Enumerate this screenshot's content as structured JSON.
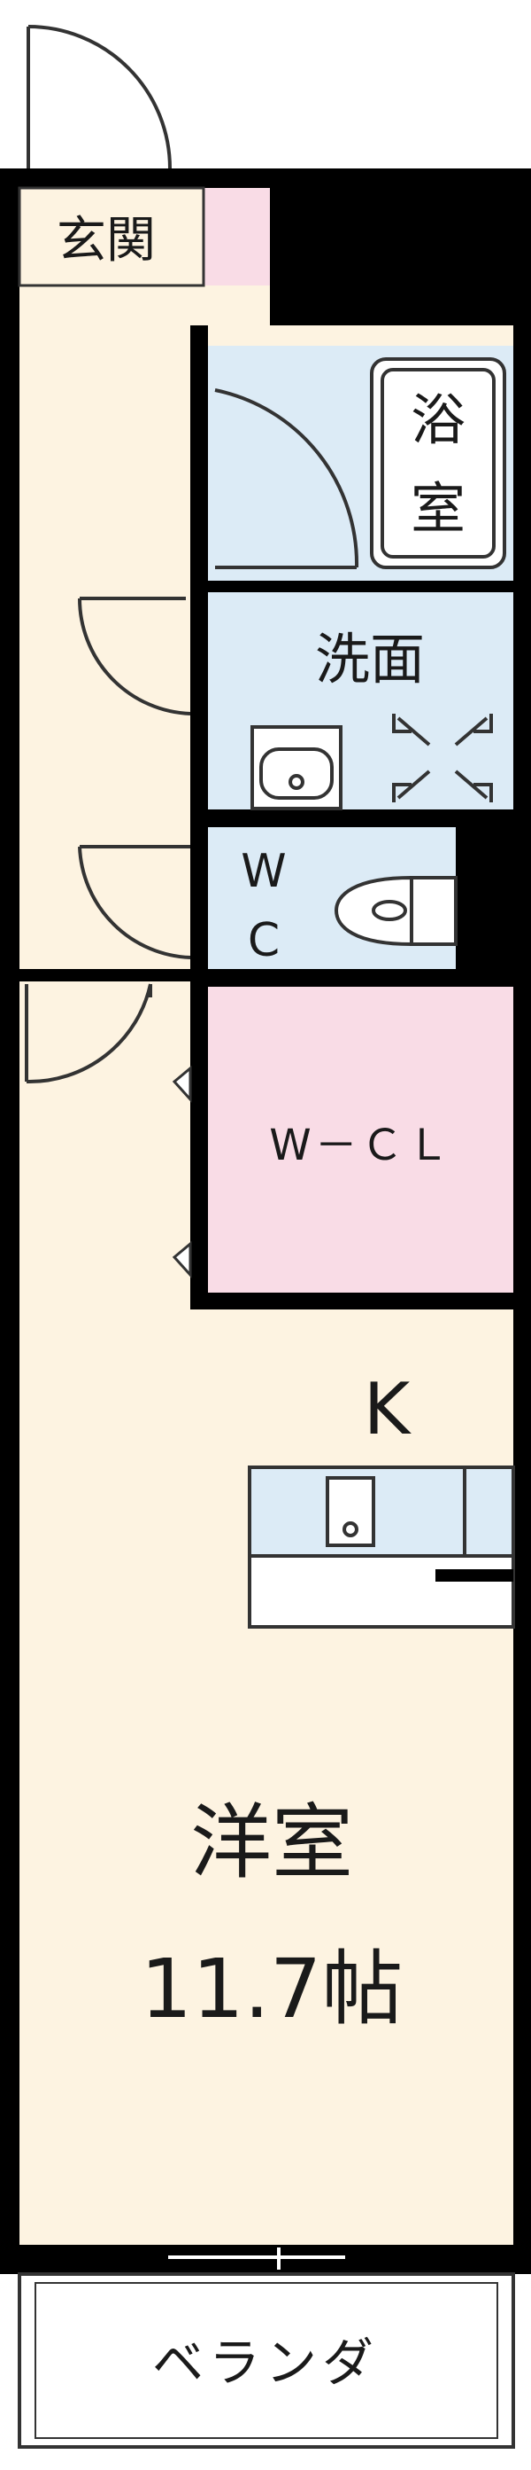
{
  "floor_plan": {
    "rooms": {
      "entrance": "玄関",
      "bath_line1": "浴",
      "bath_line2": "室",
      "washroom": "洗面",
      "toilet_line1": "W",
      "toilet_line2": "C",
      "closet": "W－ＣＬ",
      "kitchen": "K",
      "western_room": "洋室",
      "western_room_size": "11.7帖",
      "balcony": "ベランダ"
    },
    "colors": {
      "wall": "#000000",
      "floor": "#fdf3e1",
      "wet_area": "#dcebf6",
      "closet": "#f9dce6",
      "balcony": "#ffffff",
      "fixture_stroke": "#333333"
    }
  }
}
